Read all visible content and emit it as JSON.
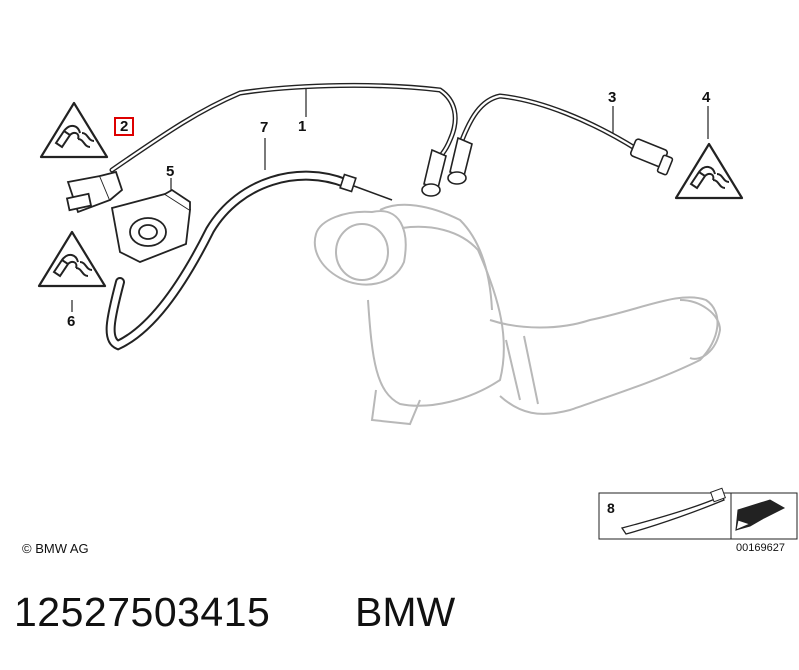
{
  "callouts": {
    "c1": "1",
    "c2": "2",
    "c3": "3",
    "c4": "4",
    "c5": "5",
    "c6": "6",
    "c7": "7",
    "c8": "8"
  },
  "footer": {
    "copyright": "© BMW AG",
    "reference": "00169627",
    "part_number": "12527503415",
    "brand": "BMW"
  },
  "colors": {
    "line": "#222222",
    "highlight": "#dd0000"
  },
  "icons": [
    "caution-triangle-icon",
    "bmw-logo-text"
  ]
}
